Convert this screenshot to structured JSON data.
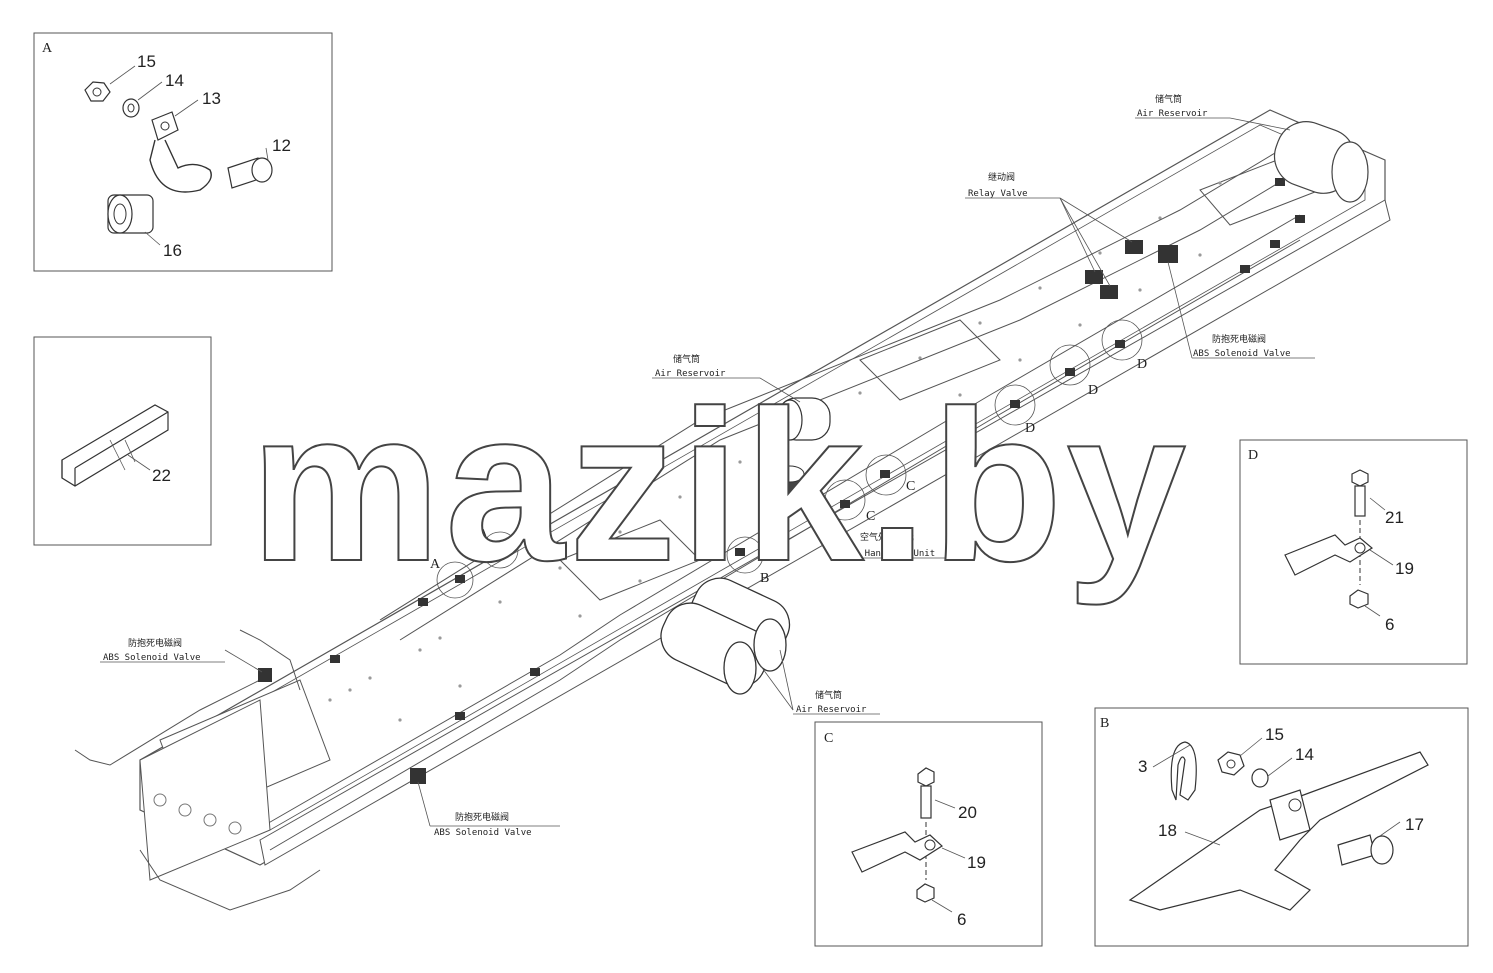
{
  "watermark": "mazik.by",
  "callouts": {
    "air_reservoir_cn": "储气筒",
    "air_reservoir_en": "Air Reservoir",
    "relay_valve_cn": "继动阀",
    "relay_valve_en": "Relay Valve",
    "abs_cn": "防抱死电磁阀",
    "abs_en": "ABS Solenoid Valve",
    "air_handling_cn": "空气处理单元",
    "air_handling_en": "Air Handling Unit"
  },
  "view_markers": [
    "A",
    "A",
    "B",
    "C",
    "C",
    "D",
    "D",
    "D"
  ],
  "detail_views": {
    "A": {
      "title": "A",
      "parts": [
        "15",
        "14",
        "13",
        "12",
        "16"
      ]
    },
    "E": {
      "title": "",
      "parts": [
        "22"
      ]
    },
    "D": {
      "title": "D",
      "parts": [
        "21",
        "19",
        "6"
      ]
    },
    "C": {
      "title": "C",
      "parts": [
        "20",
        "19",
        "6"
      ]
    },
    "B": {
      "title": "B",
      "parts": [
        "3",
        "15",
        "14",
        "18",
        "17"
      ]
    }
  }
}
